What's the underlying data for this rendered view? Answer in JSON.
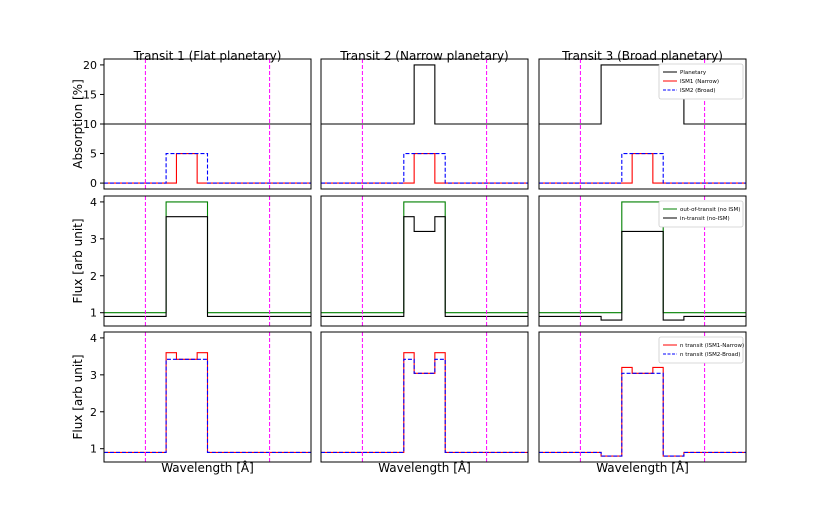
{
  "chart_data": {
    "type": "line",
    "colors": {
      "planetary": "#000000",
      "ism1": "#ff0000",
      "ism2": "#0000ff",
      "out_of_transit": "#008000",
      "in_transit": "#000000",
      "vline": "#ff00ff"
    },
    "columns": [
      "Transit 1 (Flat planetary)",
      "Transit 2 (Narrow planetary)",
      "Transit 3 (Broad planetary)"
    ],
    "xlabel": "Wavelength [Å]",
    "x_tick_labels_shown": false,
    "xlim": [
      0,
      10
    ],
    "vertical_lines_x": [
      2,
      8
    ],
    "rows": [
      {
        "ylabel": "Absorption [%]",
        "ylim": [
          -1,
          21
        ],
        "yticks": [
          0,
          5,
          10,
          15,
          20
        ],
        "legend": {
          "panel": 2,
          "placement": "top-right",
          "entries": [
            "Planetary",
            "ISM1 (Narrow)",
            "ISM2 (Broad)"
          ]
        },
        "panels": [
          {
            "series": [
              {
                "name": "Planetary",
                "color": "planetary",
                "dash": "solid",
                "x": [
                  0,
                  10
                ],
                "y": [
                  10,
                  10
                ]
              },
              {
                "name": "ISM1 (Narrow)",
                "color": "ism1",
                "dash": "solid",
                "x": [
                  0,
                  3.5,
                  3.5,
                  4.5,
                  4.5,
                  10
                ],
                "y": [
                  0,
                  0,
                  5,
                  5,
                  0,
                  0
                ]
              },
              {
                "name": "ISM2 (Broad)",
                "color": "ism2",
                "dash": "dashed",
                "x": [
                  0,
                  3,
                  3,
                  5,
                  5,
                  10
                ],
                "y": [
                  0,
                  0,
                  5,
                  5,
                  0,
                  0
                ]
              }
            ]
          },
          {
            "series": [
              {
                "name": "Planetary",
                "color": "planetary",
                "dash": "solid",
                "x": [
                  0,
                  4.5,
                  4.5,
                  5.5,
                  5.5,
                  10
                ],
                "y": [
                  10,
                  10,
                  20,
                  20,
                  10,
                  10
                ]
              },
              {
                "name": "ISM1 (Narrow)",
                "color": "ism1",
                "dash": "solid",
                "x": [
                  0,
                  4.5,
                  4.5,
                  5.5,
                  5.5,
                  10
                ],
                "y": [
                  0,
                  0,
                  5,
                  5,
                  0,
                  0
                ]
              },
              {
                "name": "ISM2 (Broad)",
                "color": "ism2",
                "dash": "dashed",
                "x": [
                  0,
                  4,
                  4,
                  6,
                  6,
                  10
                ],
                "y": [
                  0,
                  0,
                  5,
                  5,
                  0,
                  0
                ]
              }
            ]
          },
          {
            "series": [
              {
                "name": "Planetary",
                "color": "planetary",
                "dash": "solid",
                "x": [
                  0,
                  3,
                  3,
                  7,
                  7,
                  10
                ],
                "y": [
                  10,
                  10,
                  20,
                  20,
                  10,
                  10
                ]
              },
              {
                "name": "ISM1 (Narrow)",
                "color": "ism1",
                "dash": "solid",
                "x": [
                  0,
                  4.5,
                  4.5,
                  5.5,
                  5.5,
                  10
                ],
                "y": [
                  0,
                  0,
                  5,
                  5,
                  0,
                  0
                ]
              },
              {
                "name": "ISM2 (Broad)",
                "color": "ism2",
                "dash": "dashed",
                "x": [
                  0,
                  4,
                  4,
                  6,
                  6,
                  10
                ],
                "y": [
                  0,
                  0,
                  5,
                  5,
                  0,
                  0
                ]
              }
            ]
          }
        ]
      },
      {
        "ylabel": "Flux [arb unit]",
        "ylim": [
          0.64,
          4.16
        ],
        "yticks": [
          1,
          2,
          3,
          4
        ],
        "legend": {
          "panel": 2,
          "placement": "top-right",
          "entries": [
            "out-of-transit (no ISM)",
            "in-transit (no-ISM)"
          ]
        },
        "panels": [
          {
            "series": [
              {
                "name": "out-of-transit (no ISM)",
                "color": "out_of_transit",
                "dash": "solid",
                "x": [
                  0,
                  3,
                  3,
                  5,
                  5,
                  10
                ],
                "y": [
                  1,
                  1,
                  4,
                  4,
                  1,
                  1
                ]
              },
              {
                "name": "in-transit (no-ISM)",
                "color": "in_transit",
                "dash": "solid",
                "x": [
                  0,
                  3,
                  3,
                  5,
                  5,
                  10
                ],
                "y": [
                  0.9,
                  0.9,
                  3.6,
                  3.6,
                  0.9,
                  0.9
                ]
              }
            ]
          },
          {
            "series": [
              {
                "name": "out-of-transit (no ISM)",
                "color": "out_of_transit",
                "dash": "solid",
                "x": [
                  0,
                  4,
                  4,
                  6,
                  6,
                  10
                ],
                "y": [
                  1,
                  1,
                  4,
                  4,
                  1,
                  1
                ]
              },
              {
                "name": "in-transit (no-ISM)",
                "color": "in_transit",
                "dash": "solid",
                "x": [
                  0,
                  4,
                  4,
                  4.5,
                  4.5,
                  5.5,
                  5.5,
                  6,
                  6,
                  10
                ],
                "y": [
                  0.9,
                  0.9,
                  3.6,
                  3.6,
                  3.2,
                  3.2,
                  3.6,
                  3.6,
                  0.9,
                  0.9
                ]
              }
            ]
          },
          {
            "series": [
              {
                "name": "out-of-transit (no ISM)",
                "color": "out_of_transit",
                "dash": "solid",
                "x": [
                  0,
                  4,
                  4,
                  6,
                  6,
                  10
                ],
                "y": [
                  1,
                  1,
                  4,
                  4,
                  1,
                  1
                ]
              },
              {
                "name": "in-transit (no-ISM)",
                "color": "in_transit",
                "dash": "solid",
                "x": [
                  0,
                  3,
                  3,
                  4,
                  4,
                  6,
                  6,
                  7,
                  7,
                  10
                ],
                "y": [
                  0.9,
                  0.9,
                  0.8,
                  0.8,
                  3.2,
                  3.2,
                  0.8,
                  0.8,
                  0.9,
                  0.9
                ]
              }
            ]
          }
        ]
      },
      {
        "ylabel": "Flux [arb unit]",
        "ylim": [
          0.64,
          4.16
        ],
        "yticks": [
          1,
          2,
          3,
          4
        ],
        "legend": {
          "panel": 2,
          "placement": "top-right",
          "entries": [
            "n transit (ISM1-Narrow)",
            "n transit (ISM2-Broad)"
          ]
        },
        "panels": [
          {
            "series": [
              {
                "name": "n transit (ISM1-Narrow)",
                "color": "ism1",
                "dash": "solid",
                "x": [
                  0,
                  3,
                  3,
                  3.5,
                  3.5,
                  4.5,
                  4.5,
                  5,
                  5,
                  10
                ],
                "y": [
                  0.9,
                  0.9,
                  3.6,
                  3.6,
                  3.42,
                  3.42,
                  3.6,
                  3.6,
                  0.9,
                  0.9
                ]
              },
              {
                "name": "n transit (ISM2-Broad)",
                "color": "ism2",
                "dash": "dashed",
                "x": [
                  0,
                  3,
                  3,
                  5,
                  5,
                  10
                ],
                "y": [
                  0.9,
                  0.9,
                  3.42,
                  3.42,
                  0.9,
                  0.9
                ]
              }
            ]
          },
          {
            "series": [
              {
                "name": "n transit (ISM1-Narrow)",
                "color": "ism1",
                "dash": "solid",
                "x": [
                  0,
                  4,
                  4,
                  4.5,
                  4.5,
                  5.5,
                  5.5,
                  6,
                  6,
                  10
                ],
                "y": [
                  0.9,
                  0.9,
                  3.6,
                  3.6,
                  3.04,
                  3.04,
                  3.6,
                  3.6,
                  0.9,
                  0.9
                ]
              },
              {
                "name": "n transit (ISM2-Broad)",
                "color": "ism2",
                "dash": "dashed",
                "x": [
                  0,
                  4,
                  4,
                  4.5,
                  4.5,
                  5.5,
                  5.5,
                  6,
                  6,
                  10
                ],
                "y": [
                  0.9,
                  0.9,
                  3.42,
                  3.42,
                  3.04,
                  3.04,
                  3.42,
                  3.42,
                  0.9,
                  0.9
                ]
              }
            ]
          },
          {
            "series": [
              {
                "name": "n transit (ISM1-Narrow)",
                "color": "ism1",
                "dash": "solid",
                "x": [
                  0,
                  3,
                  3,
                  4,
                  4,
                  4.5,
                  4.5,
                  5.5,
                  5.5,
                  6,
                  6,
                  7,
                  7,
                  10
                ],
                "y": [
                  0.9,
                  0.9,
                  0.8,
                  0.8,
                  3.2,
                  3.2,
                  3.04,
                  3.04,
                  3.2,
                  3.2,
                  0.8,
                  0.8,
                  0.9,
                  0.9
                ]
              },
              {
                "name": "n transit (ISM2-Broad)",
                "color": "ism2",
                "dash": "dashed",
                "x": [
                  0,
                  3,
                  3,
                  4,
                  4,
                  6,
                  6,
                  7,
                  7,
                  10
                ],
                "y": [
                  0.9,
                  0.9,
                  0.8,
                  0.8,
                  3.04,
                  3.04,
                  0.8,
                  0.8,
                  0.9,
                  0.9
                ]
              }
            ]
          }
        ]
      }
    ]
  }
}
